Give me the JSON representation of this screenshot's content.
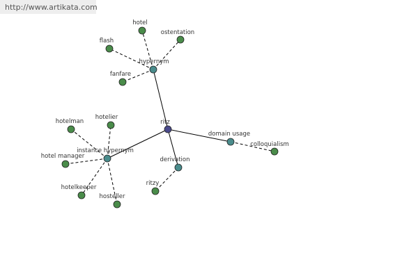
{
  "url_banner": "http://www.artikata.com",
  "colors": {
    "root": "#4a4a8c",
    "relation": "#4a8c8c",
    "leaf": "#4a8c4a"
  },
  "root": {
    "id": "ritz",
    "label": "ritz",
    "kind": "root"
  },
  "relations": [
    {
      "id": "hypernym",
      "label": "hypernym",
      "kind": "relation",
      "children": [
        {
          "id": "hotel",
          "label": "hotel",
          "kind": "leaf"
        },
        {
          "id": "ostentation",
          "label": "ostentation",
          "kind": "leaf"
        },
        {
          "id": "flash",
          "label": "flash",
          "kind": "leaf"
        },
        {
          "id": "fanfare",
          "label": "fanfare",
          "kind": "leaf"
        }
      ]
    },
    {
      "id": "instance-hypernym",
      "label": "instance hypernym",
      "kind": "relation",
      "children": [
        {
          "id": "hotelman",
          "label": "hotelman",
          "kind": "leaf"
        },
        {
          "id": "hotelier",
          "label": "hotelier",
          "kind": "leaf"
        },
        {
          "id": "hotel-manager",
          "label": "hotel manager",
          "kind": "leaf"
        },
        {
          "id": "hotelkeeper",
          "label": "hotelkeeper",
          "kind": "leaf"
        },
        {
          "id": "hosteller",
          "label": "hosteller",
          "kind": "leaf"
        }
      ]
    },
    {
      "id": "derivation",
      "label": "derivation",
      "kind": "relation",
      "children": [
        {
          "id": "ritzy",
          "label": "ritzy",
          "kind": "leaf"
        }
      ]
    },
    {
      "id": "domain-usage",
      "label": "domain usage",
      "kind": "relation",
      "children": [
        {
          "id": "colloquialism",
          "label": "colloquialism",
          "kind": "leaf"
        }
      ]
    }
  ]
}
